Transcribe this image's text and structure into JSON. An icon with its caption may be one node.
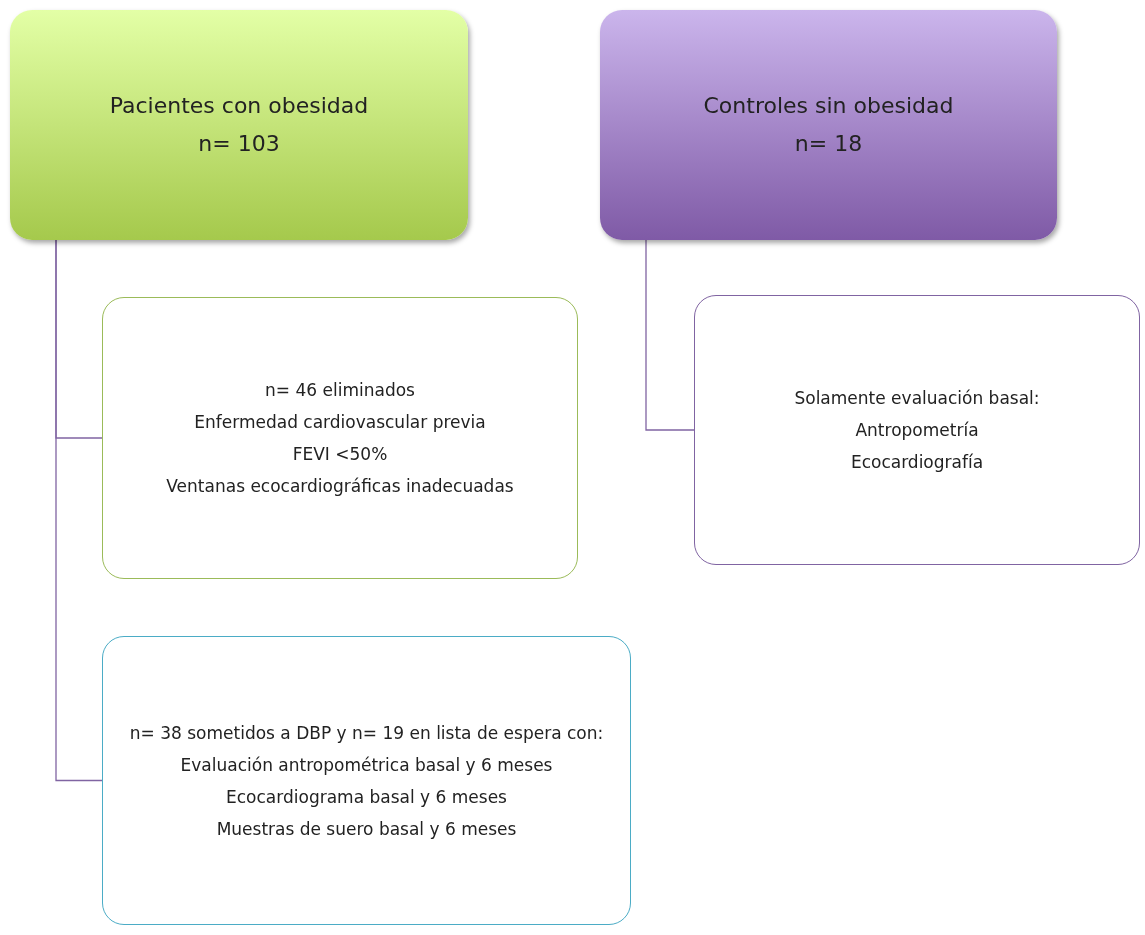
{
  "diagram": {
    "nodes": [
      {
        "text": [
          "Pacientes con obesidad",
          "n= 103"
        ]
      },
      {
        "text": [
          "Controles sin obesidad",
          "n= 18"
        ]
      },
      {
        "text": [
          "n= 46 eliminados",
          "Enfermedad cardiovascular previa",
          "FEVI <50%",
          "Ventanas ecocardiográficas inadecuadas"
        ]
      },
      {
        "text": [
          "n= 38 sometidos a DBP y n= 19 en lista de espera con:",
          "Evaluación antropométrica basal y 6 meses",
          "Ecocardiograma basal y 6 meses",
          "Muestras de suero basal y 6 meses"
        ]
      },
      {
        "text": [
          "Solamente evaluación basal:",
          "Antropometría",
          "Ecocardiografía"
        ]
      }
    ],
    "edges": [
      {
        "from": 0,
        "to": 2,
        "arrow": "none"
      },
      {
        "from": 0,
        "to": 3,
        "arrow": "none"
      },
      {
        "from": 1,
        "to": 4,
        "arrow": "none"
      }
    ]
  }
}
